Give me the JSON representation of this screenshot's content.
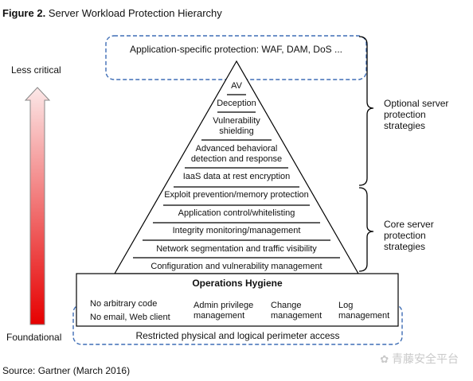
{
  "figure": {
    "number": "Figure 2.",
    "title": "Server Workload Protection Hierarchy"
  },
  "arrow": {
    "top_label": "Less critical",
    "bottom_label": "Foundational",
    "gradient_top": "#fce8e8",
    "gradient_bottom": "#e60000"
  },
  "top_band": "Application-specific protection: WAF, DAM, DoS ...",
  "pyramid_layers": [
    "AV",
    "Deception",
    "Vulnerability shielding",
    "Advanced behavioral detection and response",
    "IaaS data at rest encryption",
    "Exploit prevention/memory protection",
    "Application control/whitelisting",
    "Integrity monitoring/management",
    "Network segmentation and traffic visibility",
    "Configuration and vulnerability management"
  ],
  "hygiene": {
    "title": "Operations Hygiene",
    "items": [
      "No arbitrary code",
      "No email, Web client",
      "Admin privilege management",
      "Change management",
      "Log management"
    ]
  },
  "bottom_band": "Restricted physical and logical perimeter access",
  "braces": {
    "optional": "Optional server protection strategies",
    "core": "Core server protection strategies"
  },
  "source": "Source: Gartner (March 2016)",
  "watermark": "青藤安全平台",
  "colors": {
    "dashed_border": "#3e6db5",
    "line": "#000000"
  }
}
